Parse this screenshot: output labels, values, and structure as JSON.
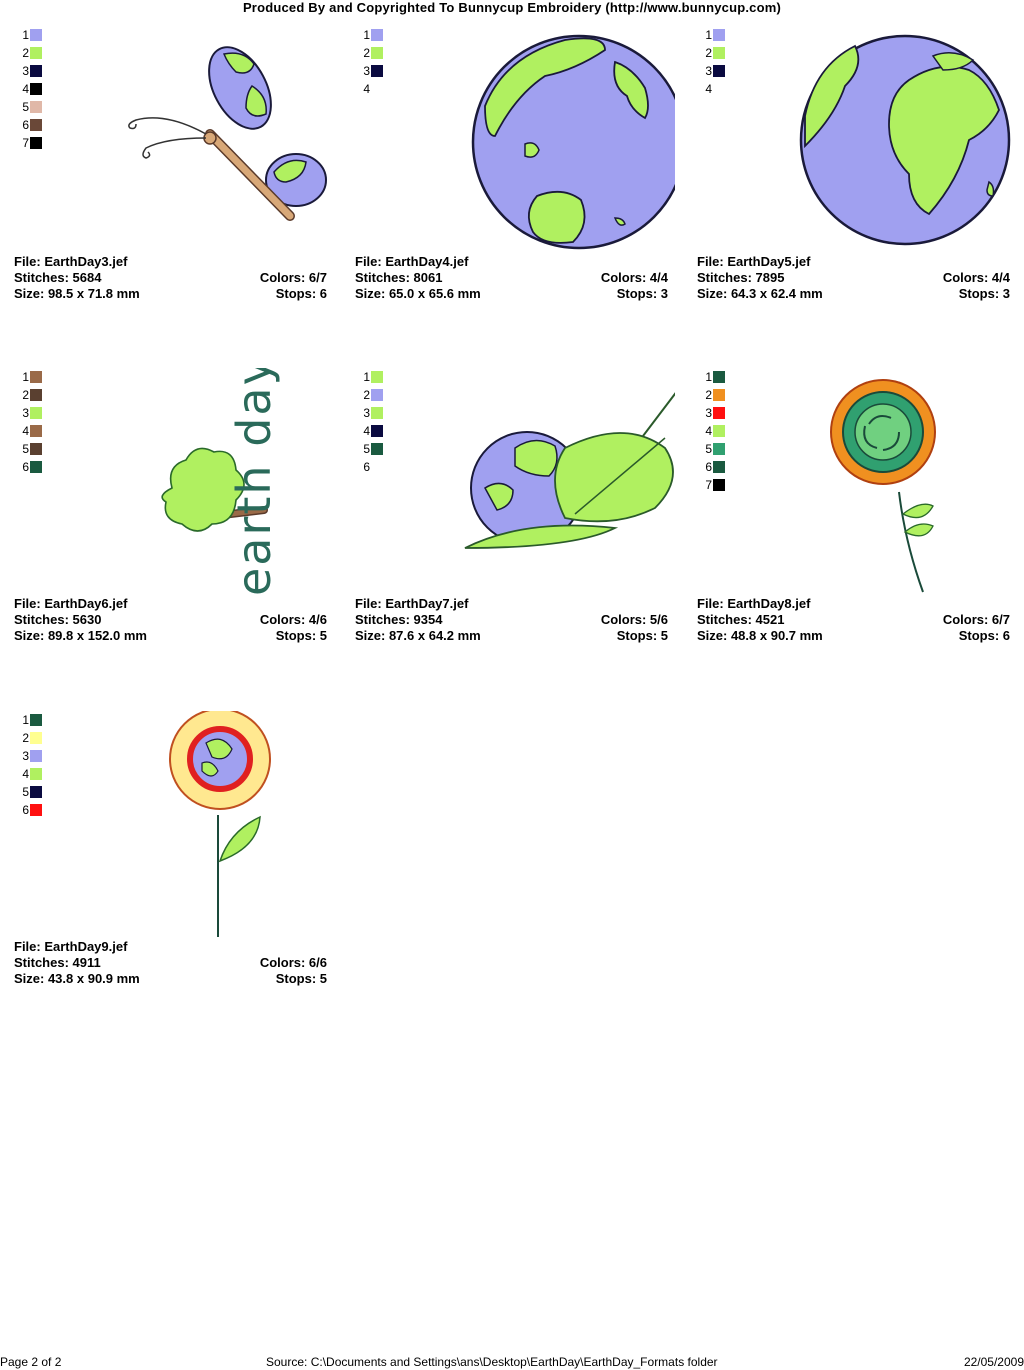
{
  "header": {
    "title": "Produced By and Copyrighted To Bunnycup Embroidery (http://www.bunnycup.com)"
  },
  "designs": [
    {
      "file": "File: EarthDay3.jef",
      "stitches": "Stitches: 5684",
      "size": "Size: 98.5 x 71.8 mm",
      "colors": "Colors: 6/7",
      "stops": "Stops: 6",
      "icon": "butterfly-earth-icon",
      "palette": [
        {
          "n": "1",
          "c": "#A0A0F0"
        },
        {
          "n": "2",
          "c": "#B0F060"
        },
        {
          "n": "3",
          "c": "#0A0A40"
        },
        {
          "n": "4",
          "c": "#000000"
        },
        {
          "n": "5",
          "c": "#E0B8A8"
        },
        {
          "n": "6",
          "c": "#6A4838"
        },
        {
          "n": "7",
          "c": "#000000"
        }
      ]
    },
    {
      "file": "File: EarthDay4.jef",
      "stitches": "Stitches: 8061",
      "size": "Size: 65.0 x 65.6 mm",
      "colors": "Colors: 4/4",
      "stops": "Stops: 3",
      "icon": "globe-americas-icon",
      "palette": [
        {
          "n": "1",
          "c": "#A0A0F0"
        },
        {
          "n": "2",
          "c": "#B0F060"
        },
        {
          "n": "3",
          "c": "#0A0A40"
        },
        {
          "n": "4",
          "c": ""
        }
      ]
    },
    {
      "file": "File: EarthDay5.jef",
      "stitches": "Stitches: 7895",
      "size": "Size: 64.3 x 62.4 mm",
      "colors": "Colors: 4/4",
      "stops": "Stops: 3",
      "icon": "globe-africa-icon",
      "palette": [
        {
          "n": "1",
          "c": "#A0A0F0"
        },
        {
          "n": "2",
          "c": "#B0F060"
        },
        {
          "n": "3",
          "c": "#0A0A40"
        },
        {
          "n": "4",
          "c": ""
        }
      ]
    },
    {
      "file": "File: EarthDay6.jef",
      "stitches": "Stitches: 5630",
      "size": "Size: 89.8 x 152.0 mm",
      "colors": "Colors: 4/6",
      "stops": "Stops: 5",
      "icon": "tree-earth-day-icon",
      "art_text": "earth day",
      "palette": [
        {
          "n": "1",
          "c": "#9A6A48"
        },
        {
          "n": "2",
          "c": "#5A4030"
        },
        {
          "n": "3",
          "c": "#B0F060"
        },
        {
          "n": "4",
          "c": "#9A6A48"
        },
        {
          "n": "5",
          "c": "#5A4030"
        },
        {
          "n": "6",
          "c": "#1A5A40"
        }
      ]
    },
    {
      "file": "File: EarthDay7.jef",
      "stitches": "Stitches: 9354",
      "size": "Size: 87.6 x 64.2 mm",
      "colors": "Colors: 5/6",
      "stops": "Stops: 5",
      "icon": "globe-leaf-icon",
      "palette": [
        {
          "n": "1",
          "c": "#B0F060"
        },
        {
          "n": "2",
          "c": "#A0A0F0"
        },
        {
          "n": "3",
          "c": "#B0F060"
        },
        {
          "n": "4",
          "c": "#0A0A40"
        },
        {
          "n": "5",
          "c": "#1A5A40"
        },
        {
          "n": "6",
          "c": ""
        }
      ]
    },
    {
      "file": "File: EarthDay8.jef",
      "stitches": "Stitches: 4521",
      "size": "Size: 48.8 x 90.7 mm",
      "colors": "Colors: 6/7",
      "stops": "Stops: 6",
      "icon": "recycle-flower-icon",
      "palette": [
        {
          "n": "1",
          "c": "#1A5A40"
        },
        {
          "n": "2",
          "c": "#F09020"
        },
        {
          "n": "3",
          "c": "#FF1010"
        },
        {
          "n": "4",
          "c": "#B0F060"
        },
        {
          "n": "5",
          "c": "#30A070"
        },
        {
          "n": "6",
          "c": "#1A5A40"
        },
        {
          "n": "7",
          "c": "#000000"
        }
      ]
    },
    {
      "file": "File: EarthDay9.jef",
      "stitches": "Stitches: 4911",
      "size": "Size: 43.8 x 90.9 mm",
      "colors": "Colors: 6/6",
      "stops": "Stops: 5",
      "icon": "globe-flower-icon",
      "palette": [
        {
          "n": "1",
          "c": "#1A5A40"
        },
        {
          "n": "2",
          "c": "#FFFF90"
        },
        {
          "n": "3",
          "c": "#A0A0F0"
        },
        {
          "n": "4",
          "c": "#B0F060"
        },
        {
          "n": "5",
          "c": "#0A0A40"
        },
        {
          "n": "6",
          "c": "#FF1010"
        }
      ]
    }
  ],
  "footer": {
    "page": "Page 2 of 2",
    "source": "Source: C:\\Documents and Settings\\ans\\Desktop\\EarthDay\\EarthDay_Formats folder",
    "date": "22/05/2009"
  }
}
